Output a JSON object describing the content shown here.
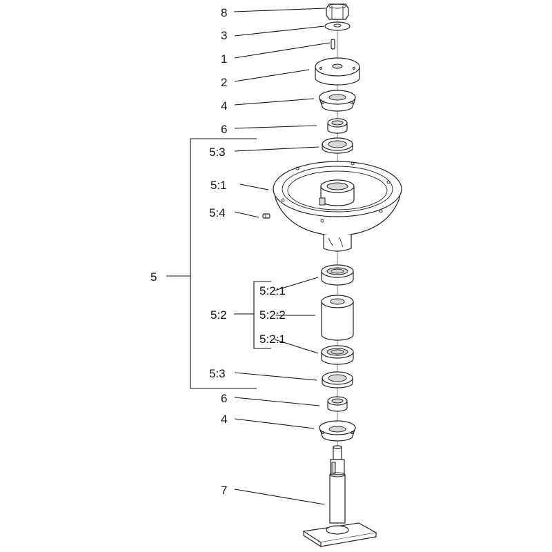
{
  "diagram": {
    "callouts": {
      "nut": "8",
      "washer": "3",
      "key": "1",
      "pulley_hub": "2",
      "bearing_cover_top": "4",
      "seal_top": "6",
      "bearing_cup_top": "5:3",
      "housing": "5:1",
      "grease_fitting": "5:4",
      "assembly": "5",
      "bearing_upper": "5:2:1",
      "bearing_group": "5:2",
      "spacer": "5:2:2",
      "bearing_lower": "5:2:1",
      "bearing_cup_bottom": "5:3",
      "seal_bottom": "6",
      "bearing_cover_bottom": "4",
      "spindle_shaft": "7"
    }
  }
}
